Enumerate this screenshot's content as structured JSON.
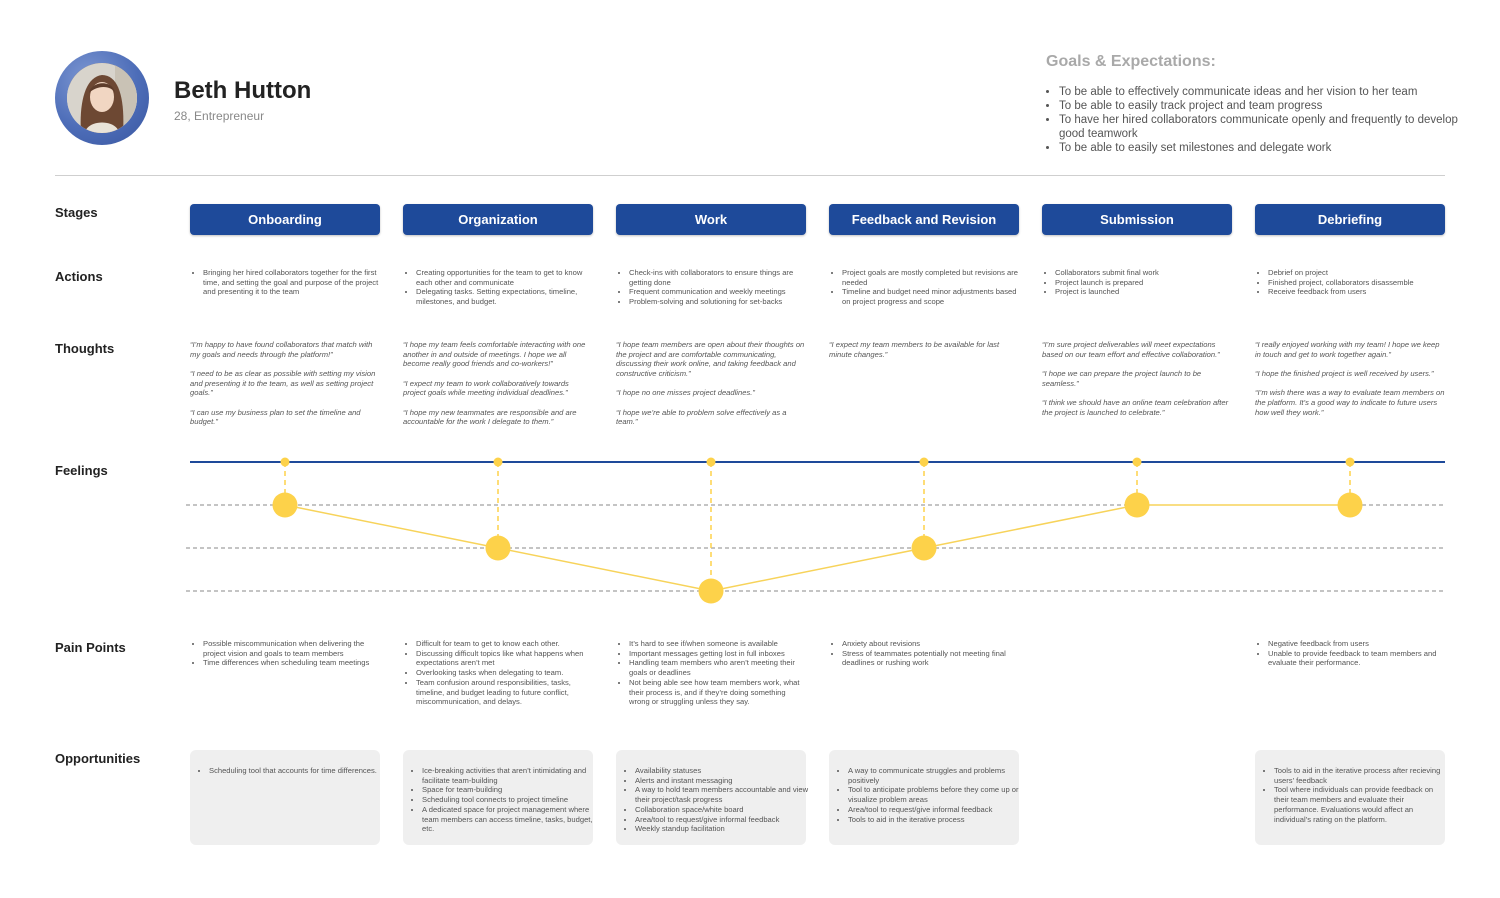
{
  "persona": {
    "name": "Beth Hutton",
    "subtitle": "28, Entrepreneur"
  },
  "goals": {
    "title": "Goals & Expectations:",
    "items": [
      "To be able to effectively communicate ideas and her vision to her team",
      "To be able to easily track project and team progress",
      "To have her hired collaborators communicate openly and frequently to develop good teamwork",
      "To be able to easily set milestones and delegate work"
    ]
  },
  "row_labels": {
    "stages": "Stages",
    "actions": "Actions",
    "thoughts": "Thoughts",
    "feelings": "Feelings",
    "pain_points": "Pain Points",
    "opportunities": "Opportunities"
  },
  "colors": {
    "stage_blue": "#1e4a9a",
    "feeling_yellow": "#fdd24a",
    "feeling_line": "#f7d35a"
  },
  "stages": [
    {
      "label": "Onboarding",
      "actions": [
        "Bringing her hired collaborators together for the first time, and setting the goal and purpose of the project and presenting it to the team"
      ],
      "thoughts": [
        "“I’m happy to have found collaborators that match with my goals and needs through the platform!”",
        "“I need to be as clear as possible with setting my vision and presenting it to the team, as well as setting project goals.”",
        "“I can use my business plan to set the timeline and budget.”"
      ],
      "feeling_level": 3,
      "pain_points": [
        "Possible miscommunication when delivering the project vision and goals to team members",
        "Time differences when scheduling team meetings"
      ],
      "opportunities": [
        "Scheduling tool that accounts for time differences."
      ]
    },
    {
      "label": "Organization",
      "actions": [
        "Creating opportunities for the team to get to know each other and communicate",
        "Delegating tasks. Setting expectations, timeline, milestones, and budget."
      ],
      "thoughts": [
        "“I hope my team feels comfortable interacting with one another in and outside of meetings. I hope we all become really good friends and co-workers!”",
        "“I expect my team to work collaboratively towards project goals while meeting individual deadlines.”",
        "“I hope my new teammates are responsible and are accountable for the work I delegate to them.”"
      ],
      "feeling_level": 2,
      "pain_points": [
        "Difficult for team to get to know each other.",
        "Discussing difficult topics like what happens when expectations aren’t met",
        "Overlooking tasks when delegating to team.",
        "Team confusion around responsibilities, tasks, timeline, and budget leading to future conflict, miscommunication, and delays."
      ],
      "opportunities": [
        "Ice-breaking activities that aren’t intimidating and facilitate team-building",
        "Space for team-building",
        "Scheduling tool connects to project timeline",
        "A dedicated space for project management where team members can access timeline, tasks, budget, etc."
      ]
    },
    {
      "label": "Work",
      "actions": [
        "Check-ins with collaborators to ensure things are getting done",
        "Frequent communication and weekly meetings",
        "Problem-solving and solutioning for set-backs"
      ],
      "thoughts": [
        "“I hope team members are open about their thoughts on the project and are comfortable communicating, discussing their work online, and taking feedback and constructive criticism.”",
        "“I hope no one misses project deadlines.”",
        "“I hope we’re able to problem solve effectively as a team.”"
      ],
      "feeling_level": 1,
      "pain_points": [
        "It’s hard to see if/when someone is available",
        "Important messages getting lost in full inboxes",
        "Handling team members who aren’t meeting their goals or deadlines",
        "Not being able see how team members work, what their process is, and if they’re doing something wrong or struggling unless they say."
      ],
      "opportunities": [
        "Availability statuses",
        "Alerts and instant messaging",
        "A way to hold team members accountable and view their project/task progress",
        "Collaboration space/white board",
        "Area/tool to request/give informal feedback",
        "Weekly standup facilitation"
      ]
    },
    {
      "label": "Feedback and Revision",
      "actions": [
        "Project goals are mostly completed but revisions are needed",
        "Timeline and budget need minor adjustments based on project progress and scope"
      ],
      "thoughts": [
        "“I expect my team members to be available for last minute changes.”"
      ],
      "feeling_level": 2,
      "pain_points": [
        "Anxiety about revisions",
        "Stress of teammates potentially not meeting final deadlines or rushing work"
      ],
      "opportunities": [
        "A way to communicate struggles and problems positively",
        "Tool to anticipate problems before they come up or visualize problem areas",
        "Area/tool to request/give informal feedback",
        "Tools to aid in the iterative process"
      ]
    },
    {
      "label": "Submission",
      "actions": [
        "Collaborators submit final work",
        "Project launch is prepared",
        "Project is launched"
      ],
      "thoughts": [
        "“I’m sure project deliverables will meet expectations based on our team effort and effective collaboration.”",
        "“I hope we can prepare the project launch to be seamless.”",
        "“I think we should have an online team celebration after the project is launched to celebrate.”"
      ],
      "feeling_level": 3,
      "pain_points": [],
      "opportunities": []
    },
    {
      "label": "Debriefing",
      "actions": [
        "Debrief on project",
        "Finished project, collaborators disassemble",
        "Receive feedback from users"
      ],
      "thoughts": [
        "“I really enjoyed working with my team! I hope we keep in touch and get to work together again.”",
        "“I hope the finished project is well received by users.”",
        "“I’m wish there was a way to evaluate team members on the platform. It’s a good way to indicate to future users how well they work.”"
      ],
      "feeling_level": 3,
      "pain_points": [
        "Negative feedback from users",
        "Unable to provide feedback to team members and evaluate their performance."
      ],
      "opportunities": [
        "Tools to aid in the iterative process after recieving users’ feedback",
        "Tool where individuals can provide feedback on their team members and evaluate their performance. Evaluations would affect an individual’s rating on the platform."
      ]
    }
  ]
}
